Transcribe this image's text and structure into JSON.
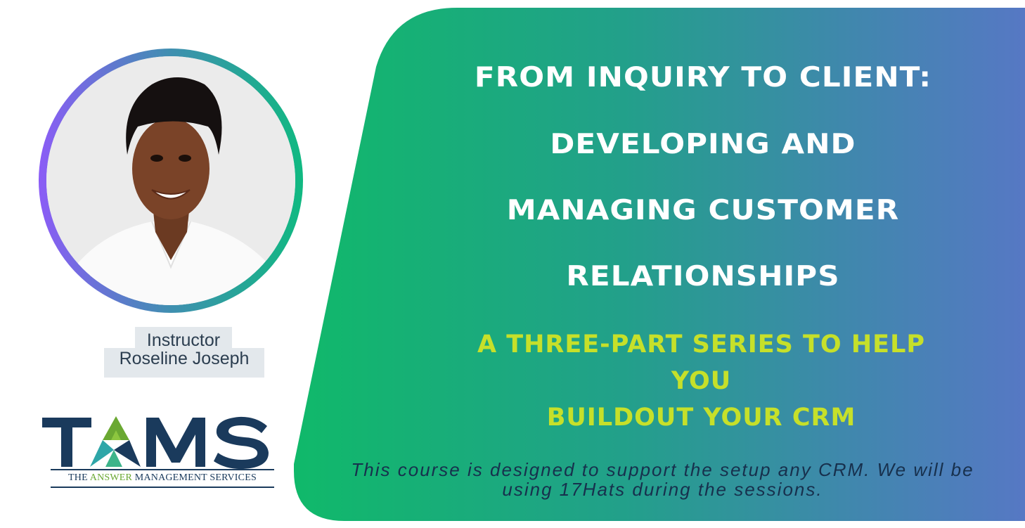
{
  "colors": {
    "panel_gradient_start": "#10b96a",
    "panel_gradient_mid": "#2a9d96",
    "panel_gradient_end": "#5678c4",
    "title_text": "#ffffff",
    "subtitle_text": "#c6e02a",
    "description_text": "#17304d",
    "avatar_ring_start": "#8b5cf6",
    "avatar_ring_end": "#10b981",
    "logo_navy": "#1a3a5c",
    "logo_green": "#6aa832",
    "logo_teal": "#2ea6a8"
  },
  "instructor": {
    "role": "Instructor",
    "name": "Roseline Joseph",
    "photo_alt": "instructor-portrait"
  },
  "logo": {
    "letters": [
      "T",
      "A",
      "M",
      "S"
    ],
    "tagline_pre": "THE ",
    "tagline_accent": "ANSWER",
    "tagline_post": " MANAGEMENT SERVICES"
  },
  "title": {
    "lines": [
      "FROM INQUIRY TO CLIENT:",
      "DEVELOPING AND",
      "MANAGING CUSTOMER",
      "RELATIONSHIPS"
    ]
  },
  "subtitle": {
    "lines": [
      "A THREE-PART SERIES TO HELP",
      "YOU",
      "BUILDOUT YOUR CRM"
    ]
  },
  "description": {
    "line1": "This course is designed to support the setup any CRM. We will be",
    "line2": "using 17Hats during the sessions."
  }
}
